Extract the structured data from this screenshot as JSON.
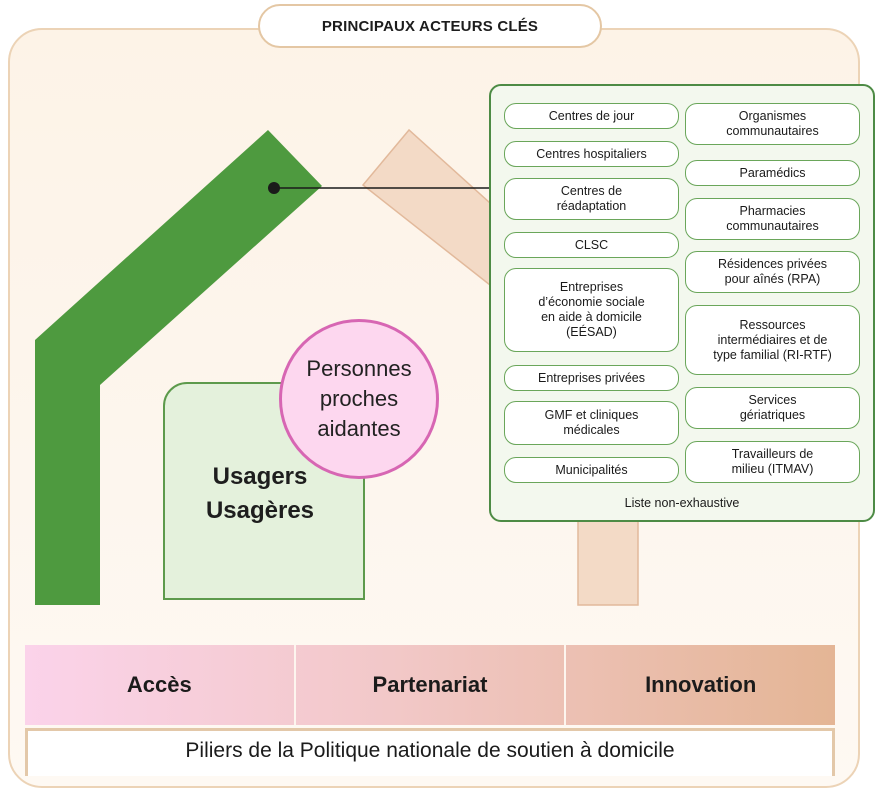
{
  "title": "PRINCIPAUX ACTEURS CLÉS",
  "usagers": [
    "Usagers",
    "Usagères"
  ],
  "proches": [
    "Personnes",
    "proches",
    "aidantes"
  ],
  "actors_left": [
    "Centres de jour",
    "Centres hospitaliers",
    "Centres de\nréadaptation",
    "CLSC",
    "Entreprises\nd’économie sociale\nen aide à domicile\n(EÉSAD)",
    "Entreprises privées",
    "GMF et cliniques\nmédicales",
    "Municipalités"
  ],
  "actors_right": [
    "Organismes\ncommunautaires",
    "Paramédics",
    "Pharmacies\ncommunautaires",
    "Résidences privées\npour aînés (RPA)",
    "Ressources\nintermédiaires et de\ntype familial (RI-RTF)",
    "Services\ngériatriques",
    "Travailleurs de\nmilieu (ITMAV)"
  ],
  "note": "Liste non-exhaustive",
  "pillars": [
    "Accès",
    "Partenariat",
    "Innovation"
  ],
  "pillars_caption": "Piliers de la Politique nationale de soutien à domicile",
  "colors": {
    "green_dark": "#4e9a3f",
    "green_light": "#e4f1dc",
    "peach": "#f1d3bc",
    "pink": "#fdd7ef",
    "pink_border": "#d766b3"
  }
}
